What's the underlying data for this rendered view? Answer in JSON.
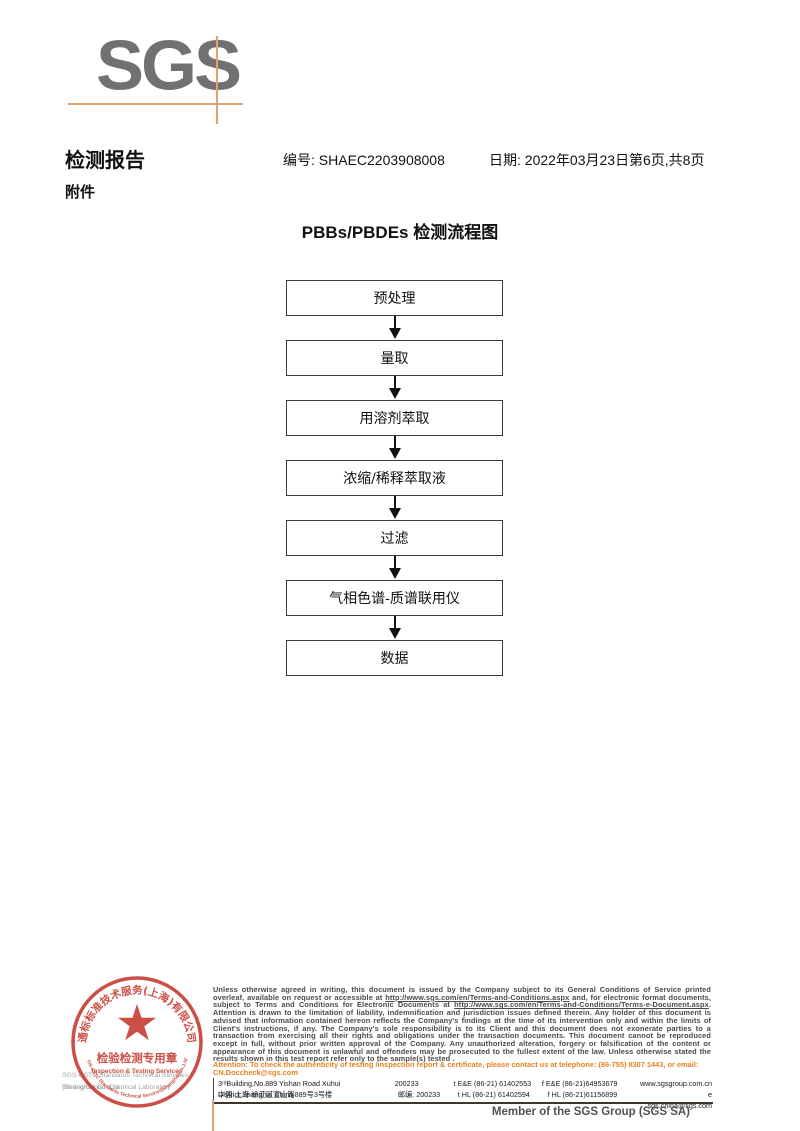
{
  "logo": {
    "text": "SGS"
  },
  "header": {
    "report_title": "检测报告",
    "report_no": "编号: SHAEC2203908008",
    "date": "日期: 2022年03月23日",
    "page_info": "第6页,共8页",
    "attachment_label": "附件"
  },
  "flowchart": {
    "title": "PBBs/PBDEs 检测流程图",
    "steps": [
      "预处理",
      "量取",
      "用溶剂萃取",
      "浓缩/稀释萃取液",
      "过滤",
      "气相色谱-质谱联用仪",
      "数据"
    ]
  },
  "stamp": {
    "ring_cn": "通标标准技术服务(上海)有限公司",
    "ring_en": "SGS-CSTC Standards Technical Services(Shanghai)Co.,Ltd.",
    "seal_title": "检验检测专用章",
    "seal_subtitle": "Inspection & Testing Services",
    "red": "#c5372c"
  },
  "footer": {
    "company_line1": "SGS-CSTC Standards Technical Services (Shanghai) Co.,Ltd.",
    "company_line2": "Testing Center-Chemical Laboratory",
    "disclaimer_p1": "Unless otherwise agreed in writing, this document is issued by the Company subject to its General Conditions of Service printed overleaf, available on request or accessible at ",
    "disclaimer_url1": "http://www.sgs.com/en/Terms-and-Conditions.aspx",
    "disclaimer_p2": " and, for electronic format documents, subject to Terms and Conditions for Electronic Documents at ",
    "disclaimer_url2": "http://www.sgs.com/en/Terms-and-Conditions/Terms-e-Document.aspx",
    "disclaimer_p3": ". Attention is drawn to the limitation of liability, indemnification and jurisdiction issues defined therein. Any holder of this document is advised that information contained hereon reflects the Company's findings at the time of its intervention only and within the limits of Client's instructions, if any. The Company's sole responsibility is to its Client and this document does not exonerate parties to a transaction from exercising all their rights and obligations under the transaction documents. This document cannot be reproduced except in full, without prior written approval of the Company. Any unauthorized alteration, forgery or falsification of the content or appearance of this document is unlawful and offenders may be prosecuted to the fullest extent of the law. Unless otherwise stated the results shown in this test report refer only to the sample(s) tested .",
    "attention_text": "Attention: To check the authenticity of testing /inspection report & certificate, please contact us at telephone: (86-755) 8307 1443, or email: ",
    "attention_email": "CN.Doccheck@sgs.com",
    "address": {
      "line1_address": "3ʳᵈBuilding,No.889 Yishan Road Xuhui District,Shanghai China",
      "line1_postcode": "200233",
      "line1_tel": "t E&E (86-21) 61402553",
      "line1_fax": "f E&E (86-21)64953679",
      "line1_web": "www.sgsgroup.com.cn",
      "line2_address": "中国·上海·徐汇区宜山路889号3号楼",
      "line2_postcode": "邮编: 200233",
      "line2_tel": "t HL (86-21) 61402594",
      "line2_fax": "f HL (86-21)61156899",
      "line2_email": "e sgs.china@sgs.com"
    },
    "member_text": "Member of the SGS Group (SGS SA)"
  }
}
